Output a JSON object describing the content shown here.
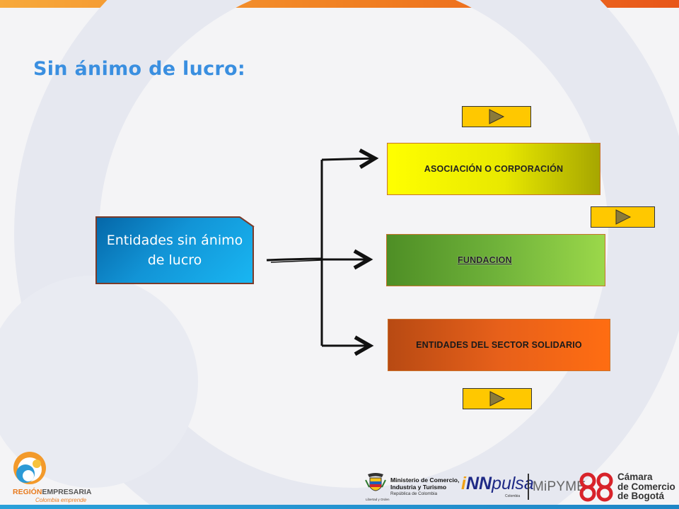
{
  "slide": {
    "title": "Sin ánimo de lucro:"
  },
  "diagram": {
    "source": "Entidades sin ánimo de lucro",
    "nodes": [
      {
        "label": "ASOCIACIÓN O CORPORACIÓN",
        "color": "#e8e800"
      },
      {
        "label": "FUNDACION",
        "color": "#6fb23a"
      },
      {
        "label": "ENTIDADES DEL SECTOR SOLIDARIO",
        "color": "#ff6d12"
      }
    ],
    "buttons": [
      {
        "icon": "play-icon",
        "color": "#ffc800"
      },
      {
        "icon": "play-icon",
        "color": "#ffc800"
      },
      {
        "icon": "play-icon",
        "color": "#ffc800"
      }
    ]
  },
  "footer": {
    "region": {
      "name_highlight": "REGIÓN",
      "name_rest": "EMPRESARIA",
      "tagline": "Colombia emprende"
    },
    "ministry": {
      "line1": "Ministerio de Comercio,",
      "line2": "Industria y Turismo",
      "line3": "República de Colombia",
      "motto": "Libertad y Orden"
    },
    "innpulsa": {
      "part1": "i",
      "part2": "NN",
      "part3": "pulsa",
      "sub": "Colombia"
    },
    "mipyme": "MiPYME",
    "camara": {
      "line1": "Cámara",
      "line2": "de Comercio",
      "line3": "de Bogotá"
    }
  },
  "colors": {
    "title": "#3a8fe0",
    "top_bar": "#f07d21",
    "bottom_bar": "#1f86c6",
    "source_box": "#1294d6"
  }
}
